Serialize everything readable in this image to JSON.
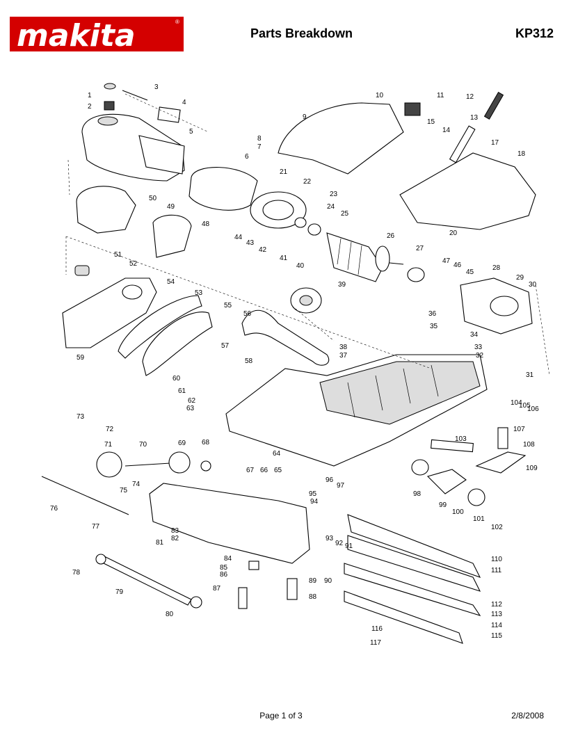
{
  "header": {
    "brand": "makita",
    "title": "Parts Breakdown",
    "model": "KP312"
  },
  "colors": {
    "brand_red": "#d40000"
  },
  "labels": [
    "1",
    "2",
    "3",
    "4",
    "5",
    "6",
    "7",
    "8",
    "9",
    "10",
    "11",
    "12",
    "13",
    "14",
    "15",
    "17",
    "18",
    "20",
    "21",
    "22",
    "23",
    "24",
    "25",
    "26",
    "27",
    "28",
    "29",
    "30",
    "31",
    "32",
    "33",
    "34",
    "35",
    "36",
    "37",
    "38",
    "39",
    "40",
    "41",
    "42",
    "43",
    "44",
    "45",
    "46",
    "47",
    "48",
    "49",
    "50",
    "51",
    "52",
    "53",
    "54",
    "55",
    "56",
    "57",
    "58",
    "59",
    "60",
    "61",
    "62",
    "63",
    "64",
    "65",
    "66",
    "67",
    "68",
    "69",
    "70",
    "71",
    "72",
    "73",
    "74",
    "75",
    "76",
    "77",
    "78",
    "79",
    "80",
    "81",
    "82",
    "83",
    "84",
    "85",
    "86",
    "87",
    "88",
    "89",
    "90",
    "91",
    "92",
    "93",
    "94",
    "95",
    "96",
    "97",
    "98",
    "99",
    "100",
    "101",
    "102",
    "103",
    "104",
    "105",
    "106",
    "107",
    "108",
    "109",
    "110",
    "111",
    "112",
    "113",
    "114",
    "115",
    "116",
    "117"
  ],
  "footer": {
    "page": "Page 1 of 3",
    "date": "2/8/2008"
  }
}
